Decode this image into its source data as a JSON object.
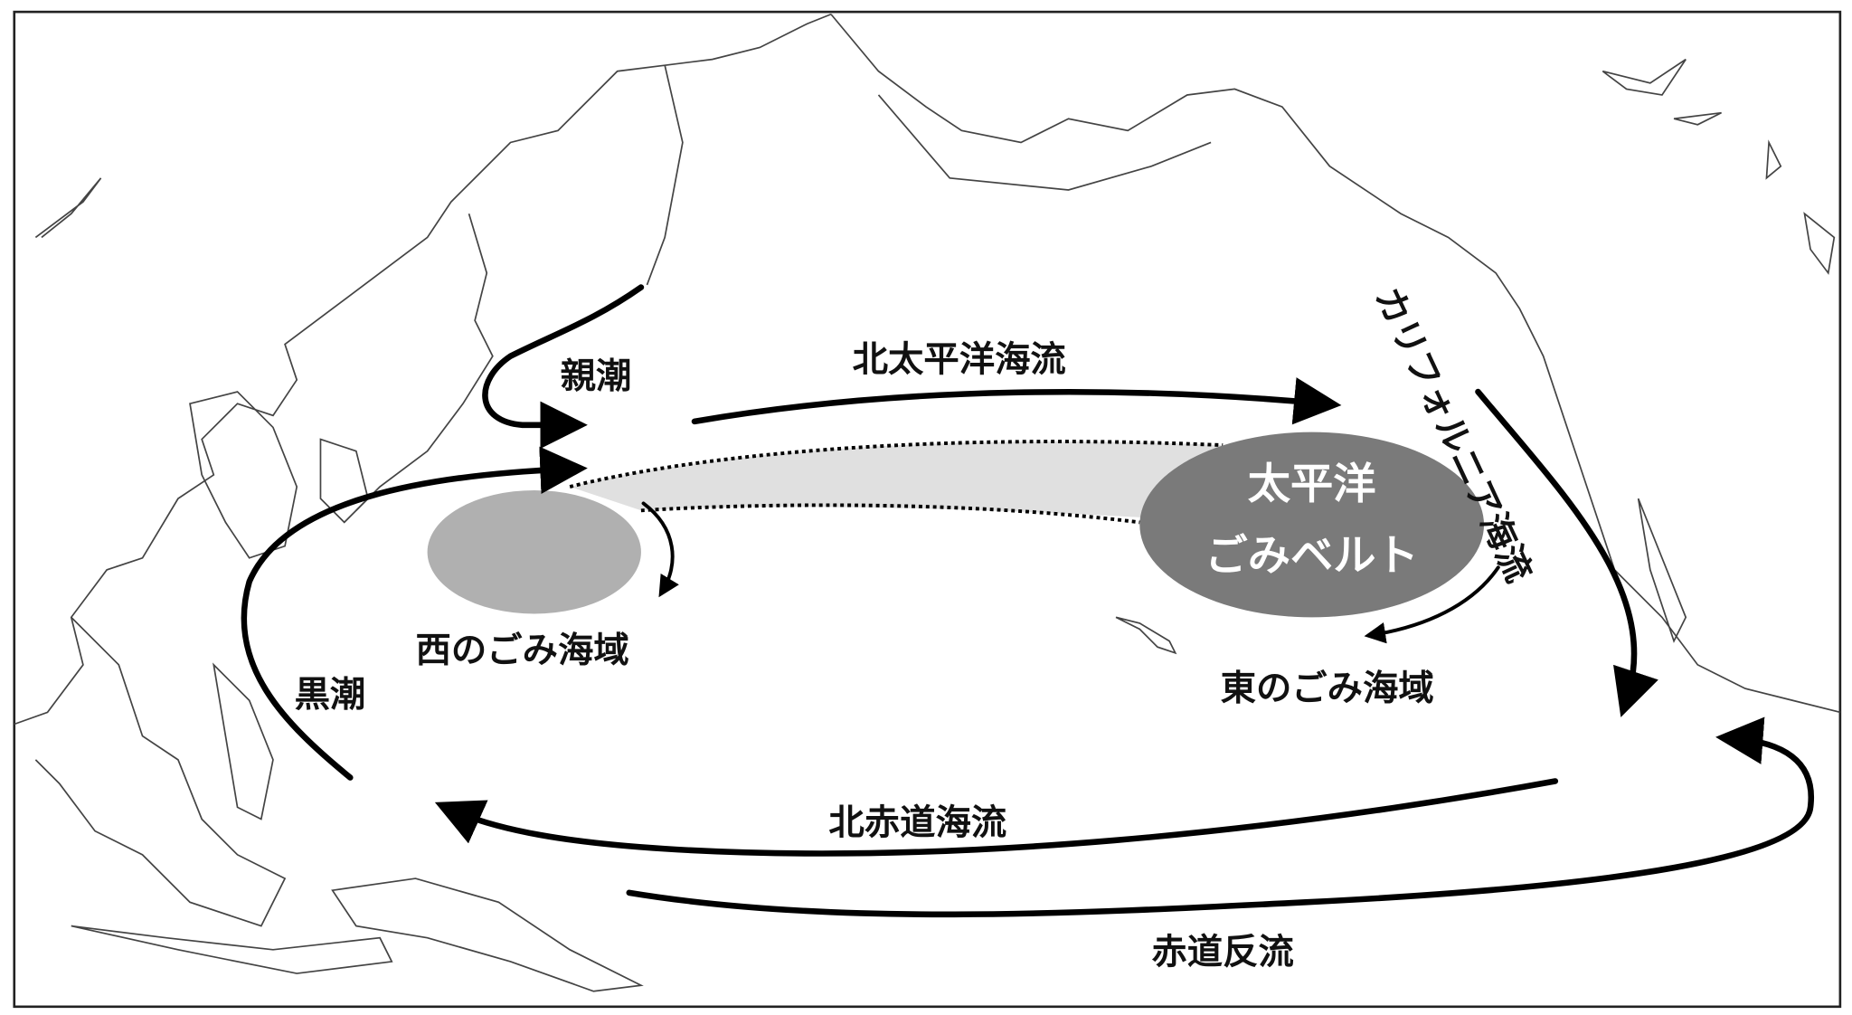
{
  "map": {
    "currents": {
      "oyashio": "親潮",
      "kuroshio": "黒潮",
      "north_pacific": "北太平洋海流",
      "california": "カリフォルニア海流",
      "north_equatorial": "北赤道海流",
      "equatorial_counter": "赤道反流"
    },
    "garbage": {
      "patch_line1": "太平洋",
      "patch_line2": "ごみベルト",
      "west": "西のごみ海域",
      "east": "東のごみ海域"
    },
    "colors": {
      "east_patch": "#7a7a7a",
      "west_patch": "#b0b0b0",
      "belt": "#e0e0e0"
    }
  }
}
